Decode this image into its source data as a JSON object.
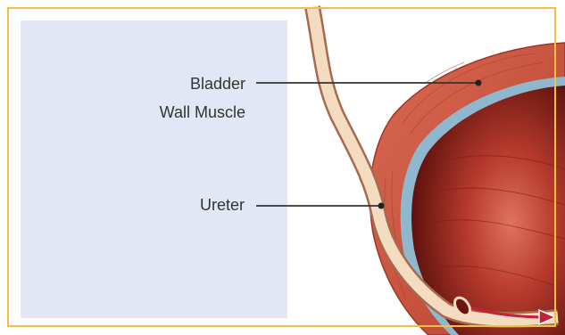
{
  "labels": {
    "bladder_line1": "Bladder",
    "bladder_line2": "Wall Muscle",
    "ureter": "Ureter"
  },
  "colors": {
    "frame": "#f2bf46",
    "panel": "#e2e7f5",
    "muscle": "#c9503d",
    "lining": "#8fb8cf",
    "lumen": "#8b2119",
    "ureter": "#f3dcc0",
    "arrow": "#c2233a"
  }
}
